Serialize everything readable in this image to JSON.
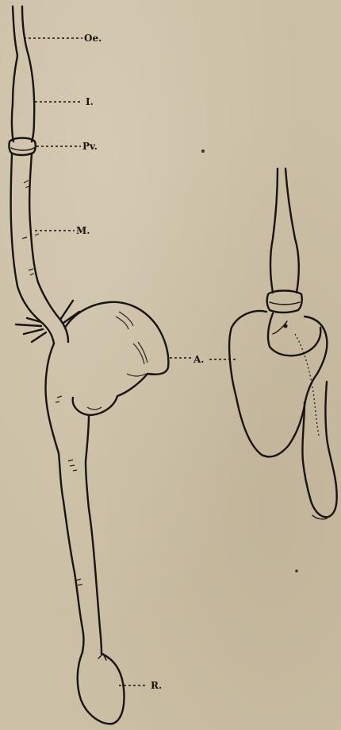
{
  "labels": {
    "oesophagus": "Oe.",
    "ingluvies": "I.",
    "proventriculus": "Pv.",
    "mesenteron": "M.",
    "appendix": "A.",
    "rectum": "R."
  },
  "colors": {
    "paper": "#cbbfa5",
    "ink": "#1a1410"
  }
}
